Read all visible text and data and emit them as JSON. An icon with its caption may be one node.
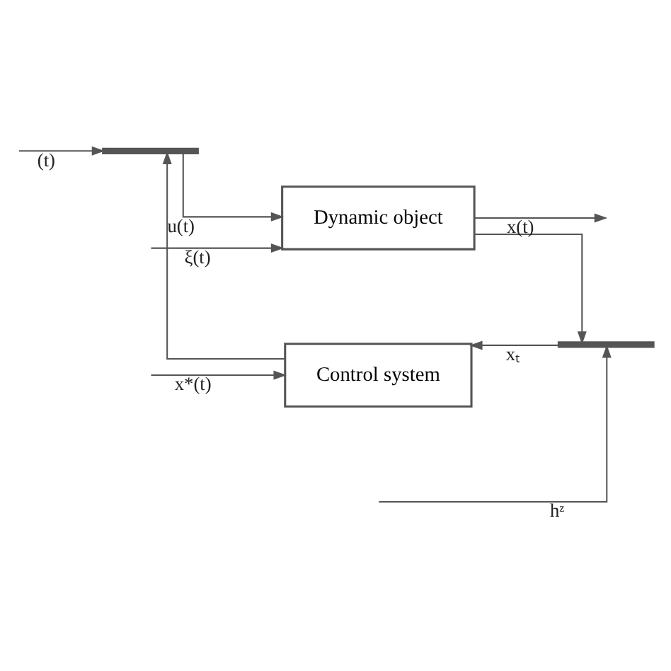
{
  "diagram": {
    "nodes": [
      {
        "text": [
          "Dynamic object"
        ]
      },
      {
        "text": [],
        "shape": "bar"
      },
      {
        "text": [],
        "shape": "bar"
      },
      {
        "text": [
          "Control system"
        ]
      }
    ],
    "edges": [
      {
        "from": null,
        "to": 0,
        "arrow": "to",
        "label": "ξ(t)"
      },
      {
        "from": 1,
        "to": 0,
        "arrow": "to",
        "label": "u(t)"
      },
      {
        "from": 0,
        "to": null,
        "arrow": "to",
        "label": "x(t)"
      },
      {
        "from": 0,
        "to": 2,
        "arrow": "to"
      },
      {
        "from": null,
        "to": 2,
        "arrow": "to",
        "label": "hᶻ"
      },
      {
        "from": 2,
        "to": 3,
        "arrow": "to",
        "label": "xₜ"
      },
      {
        "from": null,
        "to": 3,
        "arrow": "to",
        "label": "x*(t)"
      },
      {
        "from": 3,
        "to": 1,
        "arrow": "to"
      },
      {
        "from": null,
        "to": 1,
        "arrow": "to",
        "label": "(t)"
      }
    ]
  }
}
